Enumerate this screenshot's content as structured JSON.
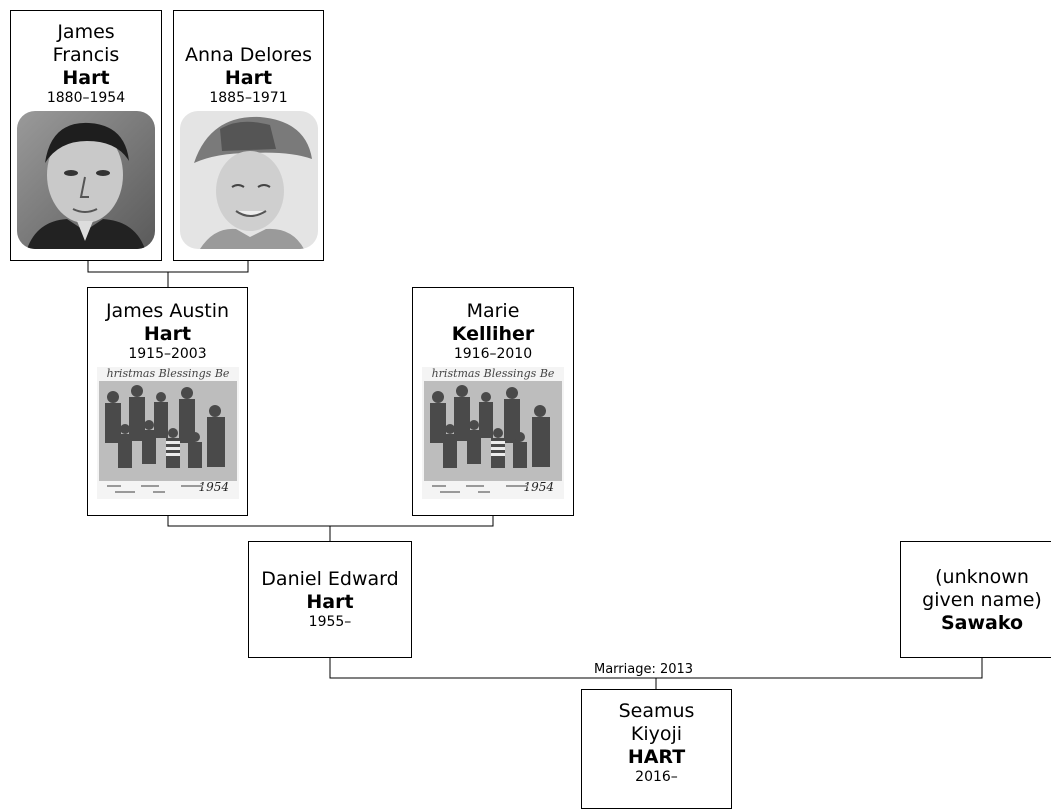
{
  "people": {
    "james_francis": {
      "given": [
        "James",
        "Francis"
      ],
      "surname": "Hart",
      "dates": "1880–1954",
      "photo": "portrait-photo"
    },
    "anna_delores": {
      "given": [
        "Anna Delores"
      ],
      "surname": "Hart",
      "dates": "1885–1971",
      "photo": "portrait-photo"
    },
    "james_austin": {
      "given": [
        "James Austin"
      ],
      "surname": "Hart",
      "dates": "1915–2003",
      "photo": "christmas-card-photo",
      "photo_text": "hristmas Blessings Be",
      "photo_year": "1954"
    },
    "marie": {
      "given": [
        "Marie"
      ],
      "surname": "Kelliher",
      "dates": "1916–2010",
      "photo": "christmas-card-photo",
      "photo_text": "hristmas Blessings Be",
      "photo_year": "1954"
    },
    "daniel_edward": {
      "given": [
        "Daniel Edward"
      ],
      "surname": "Hart",
      "dates": "1955–"
    },
    "sawako": {
      "given": [
        "(unknown",
        "given name)"
      ],
      "surname": "Sawako",
      "dates": ""
    },
    "seamus": {
      "given": [
        "Seamus",
        "Kiyoji"
      ],
      "surname": "HART",
      "dates": "2016–"
    }
  },
  "marriages": [
    {
      "label": "Marriage: 2013"
    }
  ],
  "colors": {
    "line": "#000000",
    "card_border": "#000000",
    "background": "#ffffff"
  }
}
